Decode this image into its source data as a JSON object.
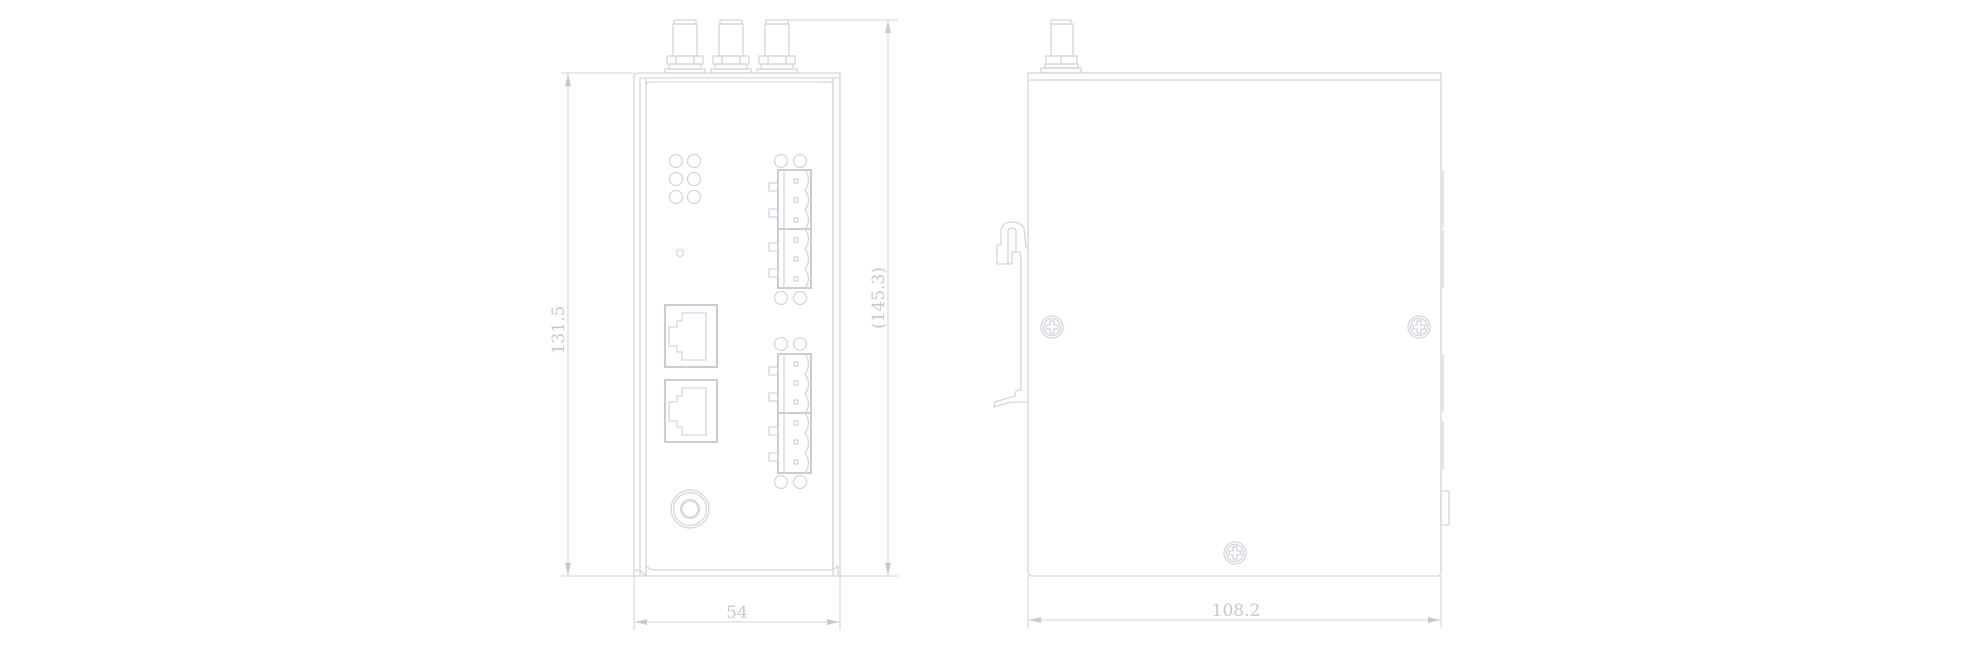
{
  "drawing": {
    "type": "technical-dimension-drawing",
    "line_color": "#d3d6de",
    "text_color": "#c4c8d2",
    "views": [
      {
        "name": "front-view",
        "components": {
          "top_connectors": 3,
          "led_grid": "3x2",
          "reset_hole": 1,
          "rj45_ports": 2,
          "terminal_blocks": 4,
          "power_jack": 1
        }
      },
      {
        "name": "side-view",
        "components": {
          "top_connectors": 1,
          "din_rail_clip": 1,
          "screws": 3
        }
      }
    ],
    "dimensions": {
      "front_height": "131.5",
      "front_total_height": "(145.3)",
      "front_width": "54",
      "side_depth": "108.2"
    }
  }
}
